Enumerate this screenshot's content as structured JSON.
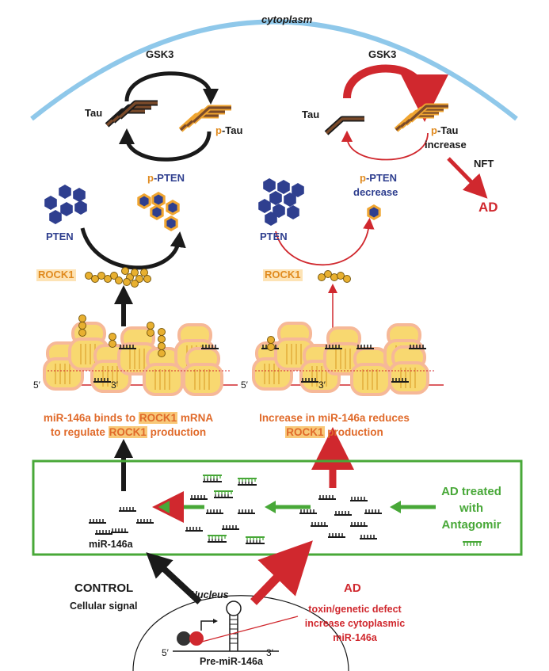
{
  "labels": {
    "cytoplasm": "cytoplasm",
    "gsk3_left": "GSK3",
    "gsk3_right": "GSK3",
    "tau_left": "Tau",
    "tau_right": "Tau",
    "ptau_p_left": "p",
    "ptau_tau_left": "-Tau",
    "ptau_p_right": "p",
    "ptau_tau_right": "-Tau",
    "ptau_increase": "increase",
    "nft": "NFT",
    "ad_top": "AD",
    "ppten_p_left": "p",
    "ppten_pten_left": "-PTEN",
    "ppten_p_right": "p",
    "ppten_pten_right": "-PTEN",
    "ppten_decrease": "decrease",
    "pten_left": "PTEN",
    "pten_right": "PTEN",
    "rock1_left": "ROCK1",
    "rock1_right": "ROCK1",
    "five_prime_left": "5′",
    "three_prime_left": "3′",
    "five_prime_right": "5′",
    "three_prime_right": "3′",
    "caption_left_1a": "miR-146a binds to ",
    "caption_left_1b": "ROCK1",
    "caption_left_1c": " mRNA",
    "caption_left_2a": "to regulate ",
    "caption_left_2b": "ROCK1",
    "caption_left_2c": " production",
    "caption_right_1": "Increase in miR-146a reduces",
    "caption_right_2a": "ROCK1",
    "caption_right_2b": " production",
    "mir146a": "miR-146a",
    "ad_treated_1": "AD treated",
    "ad_treated_2": "with",
    "ad_treated_3": "Antagomir",
    "control": "CONTROL",
    "cellular_signal": "Cellular signal",
    "nucleus": "Nucleus",
    "ad_bottom": "AD",
    "toxin_1": "toxin/genetic defect",
    "toxin_2": "increase cytoplasmic",
    "toxin_3": "miR-146a",
    "five_prime_bottom": "5′",
    "three_prime_bottom": "3′",
    "pre_mir": "Pre-miR-146a"
  },
  "colors": {
    "black": "#1a1a1a",
    "red": "#d0282e",
    "blue_pten": "#2f3f8f",
    "orange": "#f0a530",
    "green": "#48a838",
    "cytoplasm_arc": "#8fc8ea",
    "ribosome": "#f8d870"
  }
}
